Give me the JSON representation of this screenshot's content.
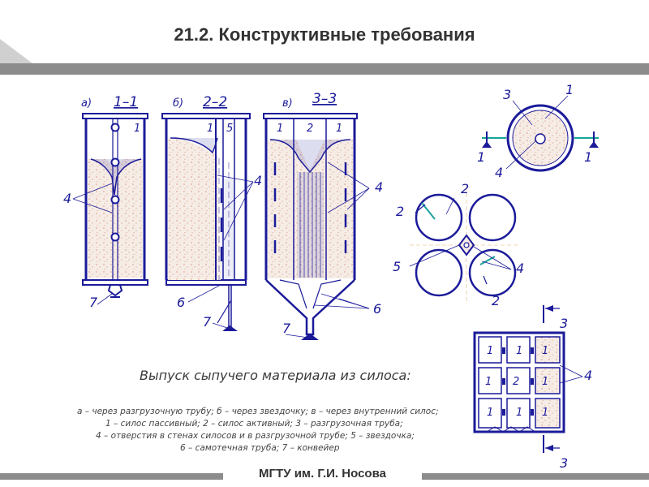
{
  "header": {
    "title": "21.2. Конструктивные требования"
  },
  "footer": {
    "text": "МГТУ им. Г.И. Носова"
  },
  "diagram": {
    "views": {
      "a": "а)",
      "b": "б)",
      "v": "в)"
    },
    "sections": {
      "s11": "1–1",
      "s22": "2–2",
      "s33": "3–3",
      "cut1": "1",
      "cut2": "2",
      "cut3": "3"
    },
    "numbers": {
      "n1": "1",
      "n2": "2",
      "n3": "3",
      "n4": "4",
      "n5": "5",
      "n6": "6",
      "n7": "7"
    }
  },
  "caption": {
    "title": "Выпуск сыпучего материала из силоса:",
    "lines": [
      "а – через разгрузочную трубу; б – через звездочку; в – через внутренний силос;",
      "1 – силос пассивный; 2 – силос активный; 3 – разгрузочная труба;",
      "4 – отверстия в стенах силосов и в разгрузочной трубе; 5 – звездочка;",
      "6 – самотечная труба; 7 – конвейер"
    ]
  },
  "colors": {
    "line": "#1b1b9a",
    "fill": "#f6ece6",
    "dots": "#c46a4a",
    "band": "#8c8c8c",
    "cut": "#1aa39a"
  }
}
